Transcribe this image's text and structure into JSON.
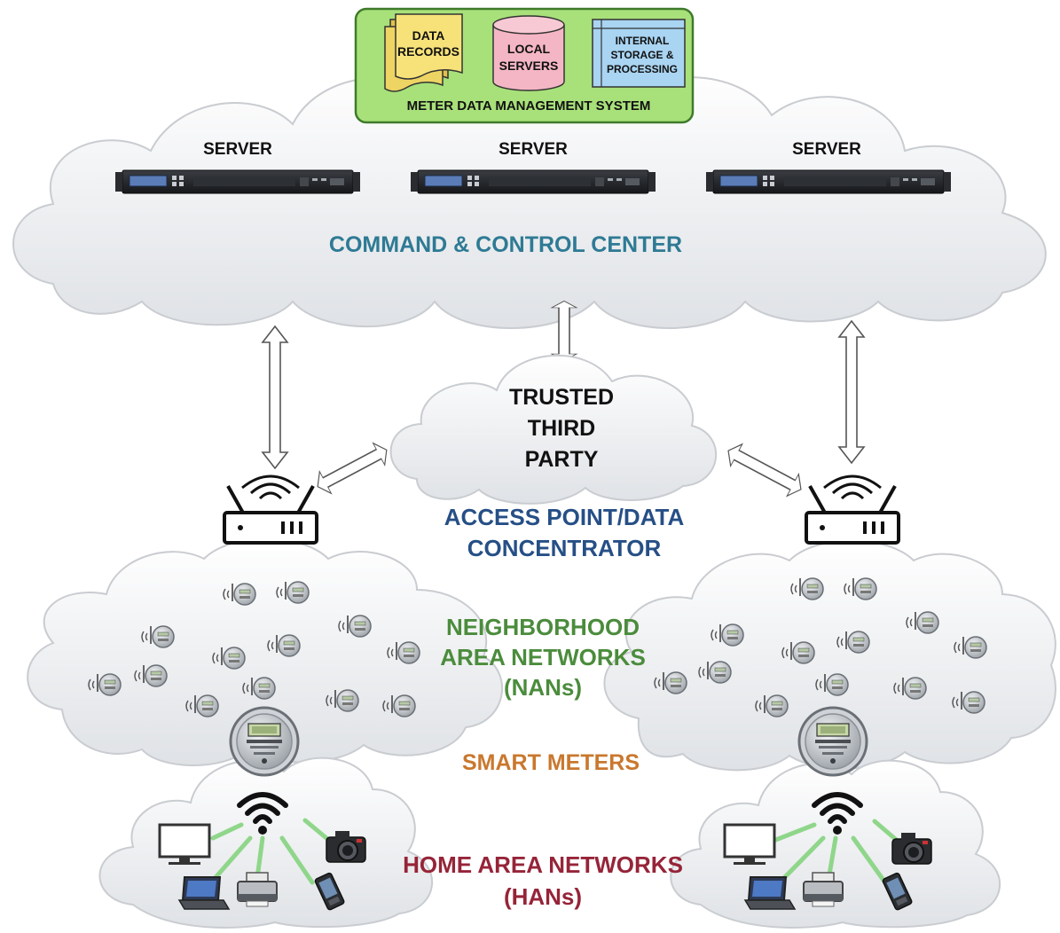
{
  "mdms": {
    "title": "METER DATA MANAGEMENT SYSTEM",
    "data_records": [
      "DATA",
      "RECORDS"
    ],
    "local_servers": [
      "LOCAL",
      "SERVERS"
    ],
    "internal_storage": [
      "INTERNAL",
      "STORAGE &",
      "PROCESSING"
    ]
  },
  "servers": [
    {
      "label": "SERVER"
    },
    {
      "label": "SERVER"
    },
    {
      "label": "SERVER"
    }
  ],
  "command_center": "COMMAND & CONTROL CENTER",
  "trusted_third_party": [
    "TRUSTED",
    "THIRD",
    "PARTY"
  ],
  "access_point": [
    "ACCESS POINT/DATA",
    "CONCENTRATOR"
  ],
  "nan": [
    "NEIGHBORHOOD",
    "AREA NETWORKS",
    "(NANs)"
  ],
  "smart_meters": "SMART METERS",
  "han": [
    "HOME AREA NETWORKS",
    "(HANs)"
  ],
  "colors": {
    "command_center": "#2e7a94",
    "access_point": "#264f86",
    "nan": "#4b8c3c",
    "smart_meters": "#c9782e",
    "han": "#962438",
    "mdms_panel": "#a8e07a",
    "data_records": "#f7e27a",
    "local_servers": "#f4b6c4",
    "internal_storage": "#a9d4f2",
    "han_link": "#8fd68a"
  },
  "icons": [
    "server-icon",
    "router-icon",
    "smart-meter-icon",
    "wifi-icon",
    "monitor-icon",
    "laptop-icon",
    "printer-icon",
    "phone-icon",
    "camera-icon"
  ]
}
